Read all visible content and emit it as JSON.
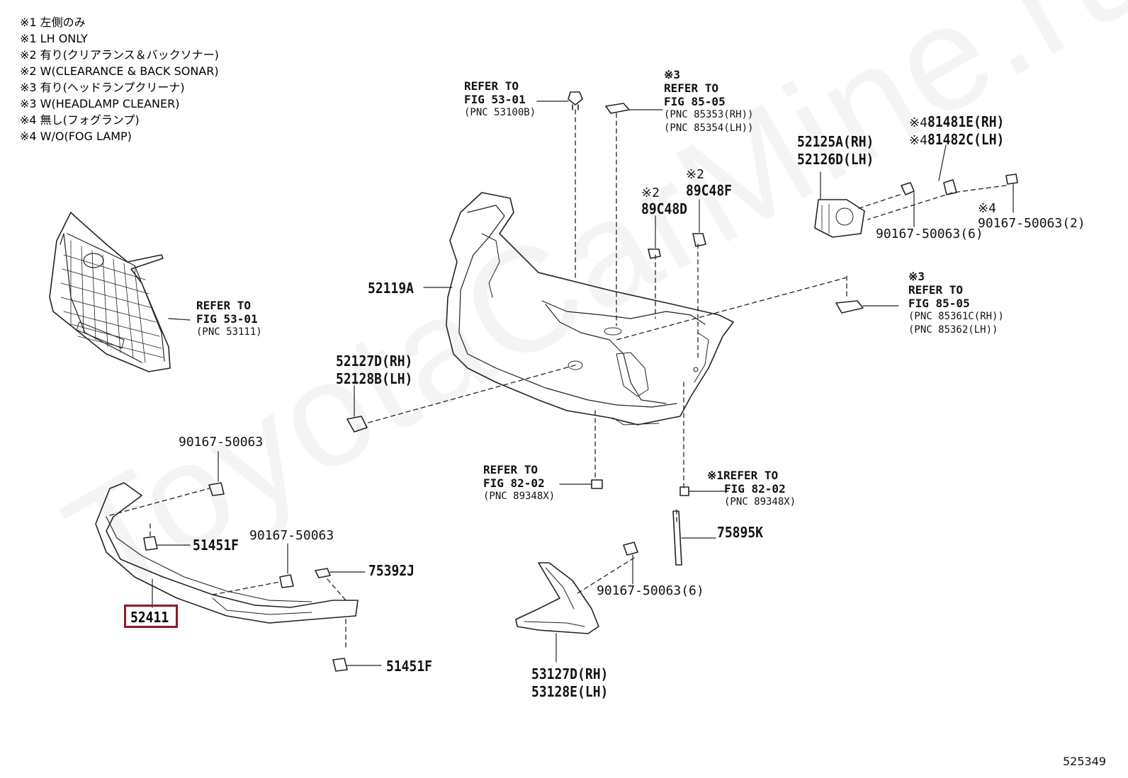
{
  "notes": [
    "※1 左側のみ",
    "※1 LH ONLY",
    "※2 有り(クリアランス＆バックソナー)",
    "※2 W(CLEARANCE & BACK SONAR)",
    "※3 有り(ヘッドランプクリーナ)",
    "※3 W(HEADLAMP CLEANER)",
    "※4 無し(フォグランプ)",
    "※4 W/O(FOG LAMP)"
  ],
  "refs": {
    "grille": {
      "line1": "REFER TO",
      "line2": "FIG 53-01",
      "pnc": "(PNC 53111)"
    },
    "top_clip": {
      "line1": "REFER TO",
      "line2": "FIG 53-01",
      "pnc": "(PNC 53100B)"
    },
    "washer_cover": {
      "mark": "※3",
      "line1": "REFER TO",
      "line2": "FIG 85-05",
      "pnc1": "(PNC 85353(RH))",
      "pnc2": "(PNC 85354(LH))"
    },
    "washer_nozzle": {
      "mark": "※3",
      "line1": "REFER TO",
      "line2": "FIG 85-05",
      "pnc1": "(PNC 85361C(RH))",
      "pnc2": "(PNC 85362(LH))"
    },
    "sensor_bracket_mid": {
      "line1": "REFER TO",
      "line2": "FIG 82-02",
      "pnc": "(PNC 89348X)"
    },
    "sensor_bracket_lh": {
      "mark": "※1",
      "line1": "REFER TO",
      "line2": "FIG 82-02",
      "pnc": "(PNC 89348X)"
    }
  },
  "parts": {
    "bumper_cover": "52119A",
    "bracket_rh": "52125A(RH)",
    "bracket_lh": "52126D(LH)",
    "fog_cover_rh": "81481E(RH)",
    "fog_cover_lh": "81482C(LH)",
    "fog_mark_rh": "※4",
    "fog_mark_lh": "※4",
    "sensor_lh": "89C48D",
    "sensor_lh_mark": "※2",
    "sensor_rh": "89C48F",
    "sensor_rh_mark": "※2",
    "screw_bracket": "90167-50063(6)",
    "screw_fog": "90167-50063(2)",
    "screw_fog_mark": "※4",
    "cap_rh": "52127D(RH)",
    "cap_lh": "52128B(LH)",
    "screw_spoiler_top": "90167-50063",
    "clip_spoiler_upper": "51451F",
    "screw_spoiler_mid": "90167-50063",
    "clip_spoiler_side": "75392J",
    "spoiler": "52411",
    "clip_spoiler_lower": "51451F",
    "molding": "75895K",
    "screw_garnish": "90167-50063(6)",
    "garnish_rh": "53127D(RH)",
    "garnish_lh": "53128E(LH)"
  },
  "diagram_id": "525349",
  "watermark": "ToyotaCarMine.ru",
  "colors": {
    "highlight": "#8a1c2b",
    "ink": "#111111"
  }
}
